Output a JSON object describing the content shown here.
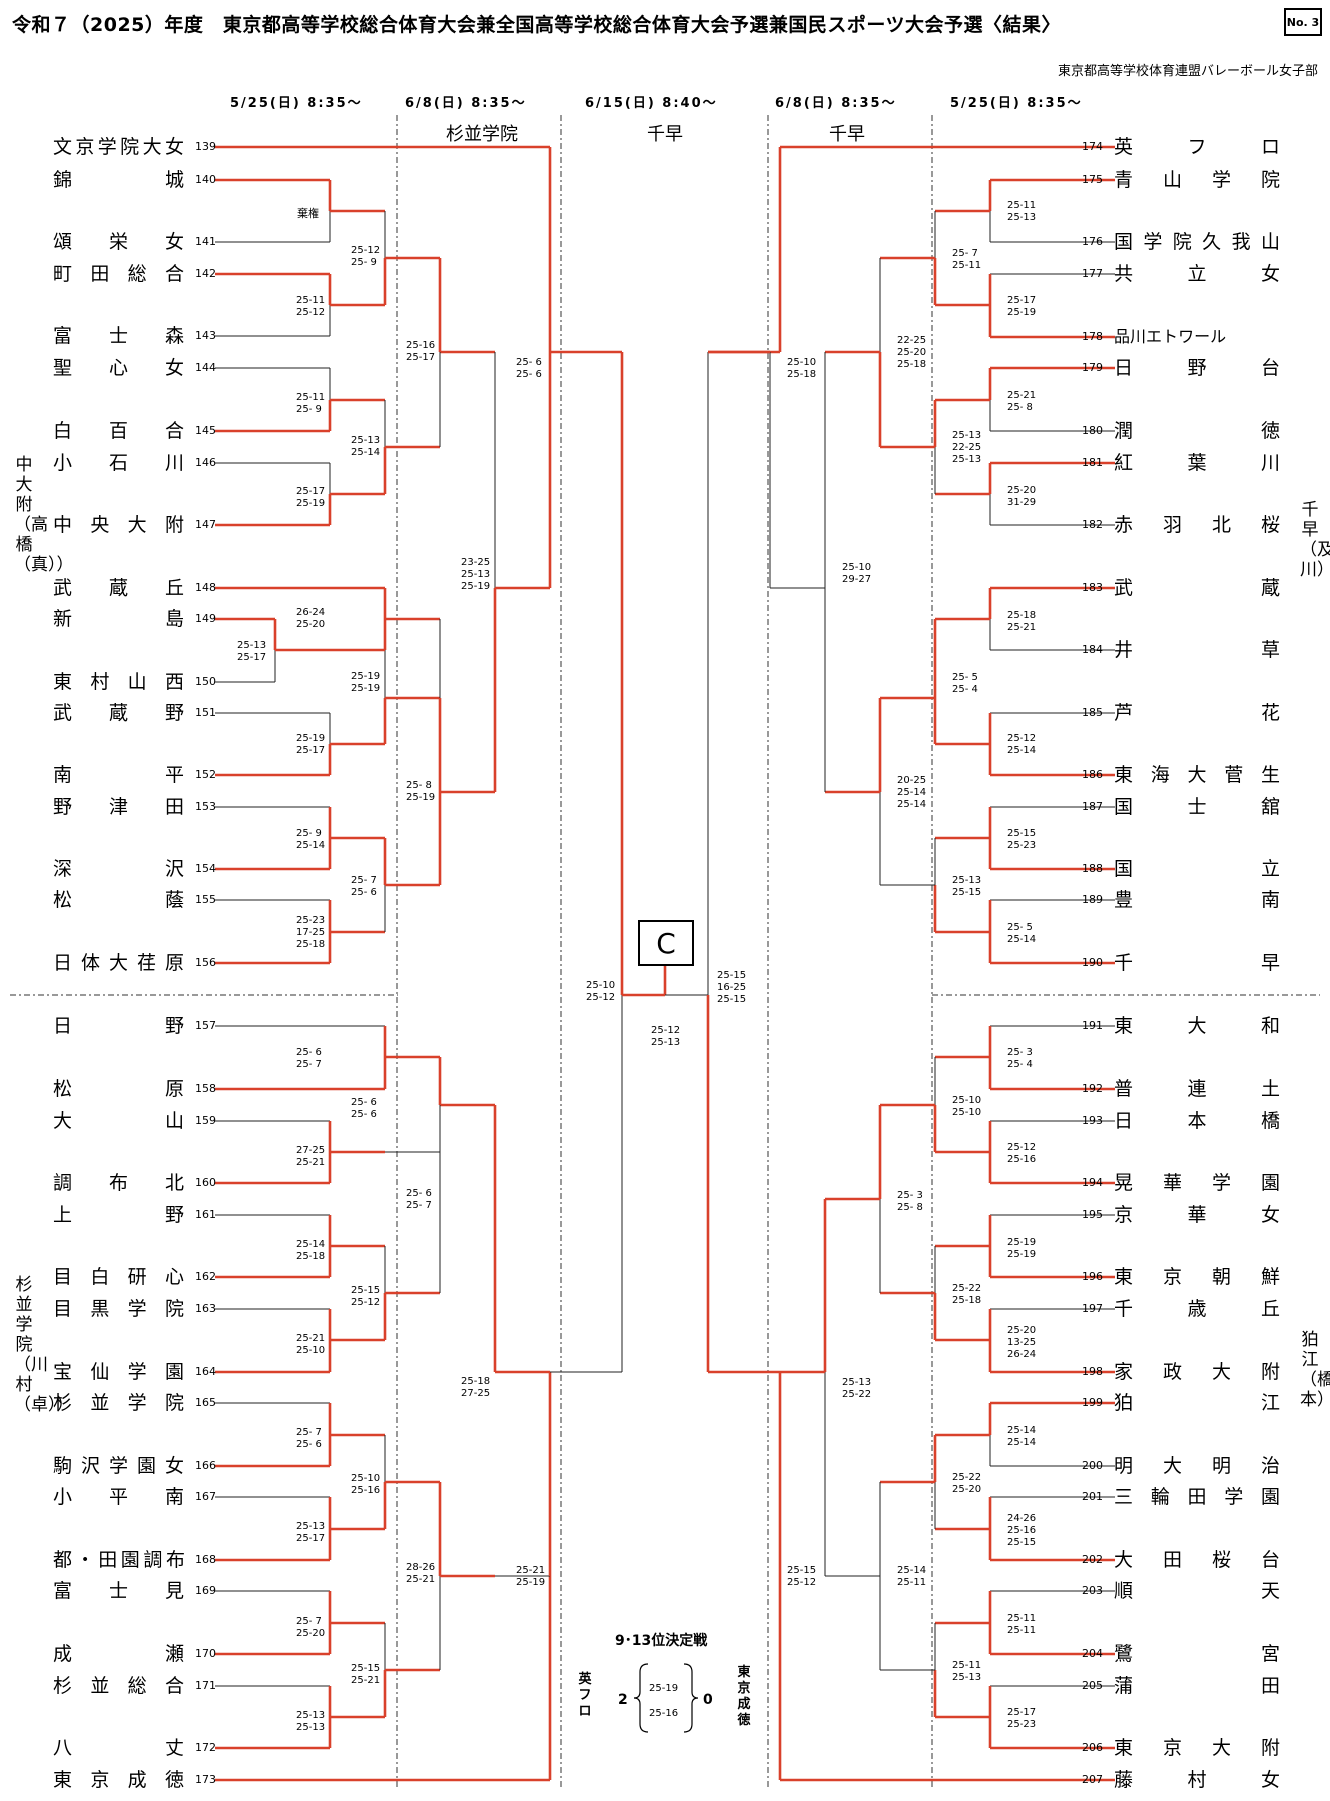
{
  "title": "令和７（2025）年度　東京都高等学校総合体育大会兼全国高等学校総合体育大会予選兼国民スポーツ大会予選〈結果〉",
  "doc_no": "No. 3",
  "organizer": "東京都高等学校体育連盟バレーボール女子部",
  "round_dates": [
    "5/25(日) 8:35～",
    "6/8(日) 8:35～",
    "6/15(日) 8:40～",
    "6/8(日) 8:35～",
    "5/25(日) 8:35～"
  ],
  "venues": [
    "杉並学院",
    "千早",
    "千早"
  ],
  "left_teams": [
    {
      "num": "139",
      "name": "文京学院大女"
    },
    {
      "num": "140",
      "name": "錦城"
    },
    {
      "num": "141",
      "name": "頌栄女"
    },
    {
      "num": "142",
      "name": "町田総合"
    },
    {
      "num": "143",
      "name": "富士森"
    },
    {
      "num": "144",
      "name": "聖心女"
    },
    {
      "num": "145",
      "name": "白百合"
    },
    {
      "num": "146",
      "name": "小石川"
    },
    {
      "num": "147",
      "name": "中央大附"
    },
    {
      "num": "148",
      "name": "武蔵丘"
    },
    {
      "num": "149",
      "name": "新島"
    },
    {
      "num": "150",
      "name": "東村山西"
    },
    {
      "num": "151",
      "name": "武蔵野"
    },
    {
      "num": "152",
      "name": "南平"
    },
    {
      "num": "153",
      "name": "野津田"
    },
    {
      "num": "154",
      "name": "深沢"
    },
    {
      "num": "155",
      "name": "松蔭"
    },
    {
      "num": "156",
      "name": "日体大荏原"
    },
    {
      "num": "157",
      "name": "日野"
    },
    {
      "num": "158",
      "name": "松原"
    },
    {
      "num": "159",
      "name": "大山"
    },
    {
      "num": "160",
      "name": "調布北"
    },
    {
      "num": "161",
      "name": "上野"
    },
    {
      "num": "162",
      "name": "目白研心"
    },
    {
      "num": "163",
      "name": "目黒学院"
    },
    {
      "num": "164",
      "name": "宝仙学園"
    },
    {
      "num": "165",
      "name": "杉並学院"
    },
    {
      "num": "166",
      "name": "駒沢学園女"
    },
    {
      "num": "167",
      "name": "小平南"
    },
    {
      "num": "168",
      "name": "都・田園調布"
    },
    {
      "num": "169",
      "name": "富士見"
    },
    {
      "num": "170",
      "name": "成瀬"
    },
    {
      "num": "171",
      "name": "杉並総合"
    },
    {
      "num": "172",
      "name": "八丈"
    },
    {
      "num": "173",
      "name": "東京成徳"
    }
  ],
  "right_teams": [
    {
      "num": "174",
      "name": "英フロ"
    },
    {
      "num": "175",
      "name": "青山学院"
    },
    {
      "num": "176",
      "name": "国学院久我山"
    },
    {
      "num": "177",
      "name": "共立女"
    },
    {
      "num": "178",
      "name": "品川エトワール"
    },
    {
      "num": "179",
      "name": "日野台"
    },
    {
      "num": "180",
      "name": "潤徳"
    },
    {
      "num": "181",
      "name": "紅葉川"
    },
    {
      "num": "182",
      "name": "赤羽北桜"
    },
    {
      "num": "183",
      "name": "武蔵"
    },
    {
      "num": "184",
      "name": "井草"
    },
    {
      "num": "185",
      "name": "芦花"
    },
    {
      "num": "186",
      "name": "東海大菅生"
    },
    {
      "num": "187",
      "name": "国士舘"
    },
    {
      "num": "188",
      "name": "国立"
    },
    {
      "num": "189",
      "name": "豊南"
    },
    {
      "num": "190",
      "name": "千早"
    },
    {
      "num": "191",
      "name": "東大和"
    },
    {
      "num": "192",
      "name": "普連土"
    },
    {
      "num": "193",
      "name": "日本橋"
    },
    {
      "num": "194",
      "name": "晃華学園"
    },
    {
      "num": "195",
      "name": "京華女"
    },
    {
      "num": "196",
      "name": "東京朝鮮"
    },
    {
      "num": "197",
      "name": "千歳丘"
    },
    {
      "num": "198",
      "name": "家政大附"
    },
    {
      "num": "199",
      "name": "狛江"
    },
    {
      "num": "200",
      "name": "明大明治"
    },
    {
      "num": "201",
      "name": "三輪田学園"
    },
    {
      "num": "202",
      "name": "大田桜台"
    },
    {
      "num": "203",
      "name": "順天"
    },
    {
      "num": "204",
      "name": "鷺宮"
    },
    {
      "num": "205",
      "name": "蒲田"
    },
    {
      "num": "206",
      "name": "東京大附"
    },
    {
      "num": "207",
      "name": "藤村女"
    }
  ],
  "pool_labels": [
    "中大附（高橋（真））",
    "杉並学院（川村（卓））",
    "千早（及川）",
    "狛江（橋本）"
  ],
  "center_box": "C",
  "walkover": "棄権",
  "playoff": {
    "title": "9･13位決定戦",
    "left_team": "英フロ",
    "right_team": "東京成徳",
    "left_sets": "2",
    "right_sets": "0",
    "scores": [
      "25-19",
      "25-16"
    ]
  },
  "scores": {
    "L1": [
      "25-12\n25- 9",
      "25-11\n25-12",
      "25-11\n25- 9",
      "25-13\n25-14",
      "25-17\n25-19",
      "26-24\n25-20",
      "25-13\n25-17",
      "25-19\n25-19",
      "25-19\n25-17",
      "25- 9\n25-14",
      "25- 7\n25- 6",
      "25-23\n17-25\n25-18",
      "25- 6\n25- 7",
      "25- 6\n25- 6",
      "27-25\n25-21",
      "25-14\n25-18",
      "25-15\n25-12",
      "25-21\n25-10",
      "25- 7\n25- 6",
      "25-10\n25-16",
      "25-13\n25-17",
      "25- 7\n25-20",
      "25-15\n25-21",
      "25-13\n25-13"
    ],
    "L2": [
      "25-16\n25-17",
      "23-25\n25-13\n25-19",
      "25- 8\n25-19",
      "25- 6\n25- 7",
      "25-18\n27-25",
      "28-26\n25-21"
    ],
    "L3": [
      "25- 6\n25- 6",
      "25-21\n25-19"
    ],
    "C": [
      "25-10\n25-12",
      "25-12\n25-13",
      "25-15\n16-25\n25-15"
    ],
    "R3": [
      "25-10\n25-18",
      "25-15\n25-12"
    ],
    "R2": [
      "22-25\n25-20\n25-18",
      "25-10\n29-27",
      "20-25\n25-14\n25-14",
      "25- 3\n25- 8",
      "25-13\n25-22",
      "25-14\n25-11"
    ],
    "R1": [
      "25-11\n25-13",
      "25- 7\n25-11",
      "25-17\n25-19",
      "25-21\n25- 8",
      "25-13\n22-25\n25-13",
      "25-20\n31-29",
      "25-18\n25-21",
      "25- 5\n25- 4",
      "25-12\n25-14",
      "25-15\n25-23",
      "25-13\n25-15",
      "25- 5\n25-14",
      "25- 3\n25- 4",
      "25-10\n25-10",
      "25-12\n25-16",
      "25-19\n25-19",
      "25-22\n25-18",
      "25-20\n13-25\n26-24",
      "25-14\n25-14",
      "25-22\n25-20",
      "24-26\n25-16\n25-15",
      "25-11\n25-11",
      "25-11\n25-13",
      "25-17\n25-23"
    ]
  }
}
